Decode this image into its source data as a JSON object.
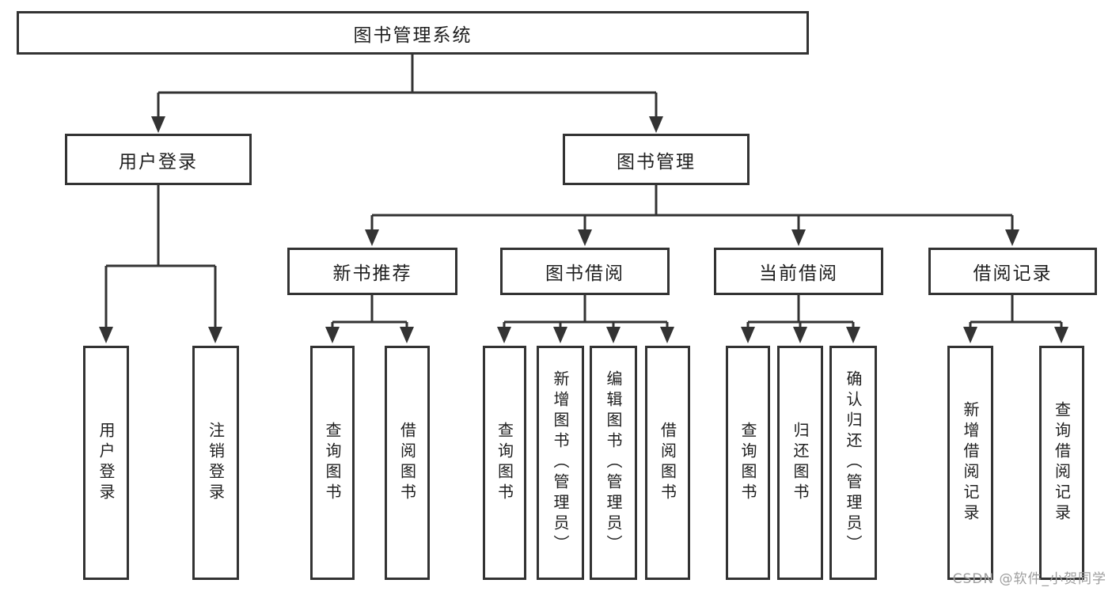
{
  "diagram_title": "图书管理系统",
  "nodes": {
    "root": {
      "label": "图书管理系统"
    },
    "user_login_group": {
      "label": "用户登录"
    },
    "book_mgmt": {
      "label": "图书管理"
    },
    "new_book_rec": {
      "label": "新书推荐"
    },
    "book_borrow": {
      "label": "图书借阅"
    },
    "current_borrow": {
      "label": "当前借阅"
    },
    "borrow_records": {
      "label": "借阅记录"
    },
    "leaf_user_login": {
      "label": "用户登录"
    },
    "leaf_logout": {
      "label": "注销登录"
    },
    "leaf_query_book_1": {
      "label": "查询图书"
    },
    "leaf_borrow_book_1": {
      "label": "借阅图书"
    },
    "leaf_query_book_2": {
      "label": "查询图书"
    },
    "leaf_add_book": {
      "label": "新增图书（管理员）"
    },
    "leaf_edit_book": {
      "label": "编辑图书（管理员）"
    },
    "leaf_borrow_book_2": {
      "label": "借阅图书"
    },
    "leaf_query_book_3": {
      "label": "查询图书"
    },
    "leaf_return_book": {
      "label": "归还图书"
    },
    "leaf_confirm_return": {
      "label": "确认归还（管理员）"
    },
    "leaf_add_record": {
      "label": "新增借阅记录"
    },
    "leaf_query_record": {
      "label": "查询借阅记录"
    }
  },
  "watermark": {
    "text": "CSDN @软件_小贺同学"
  },
  "colors": {
    "line": "#333333",
    "box_border": "#333333",
    "text": "#1f1f1f",
    "watermark": "#9e9e9e",
    "background": "#ffffff"
  }
}
